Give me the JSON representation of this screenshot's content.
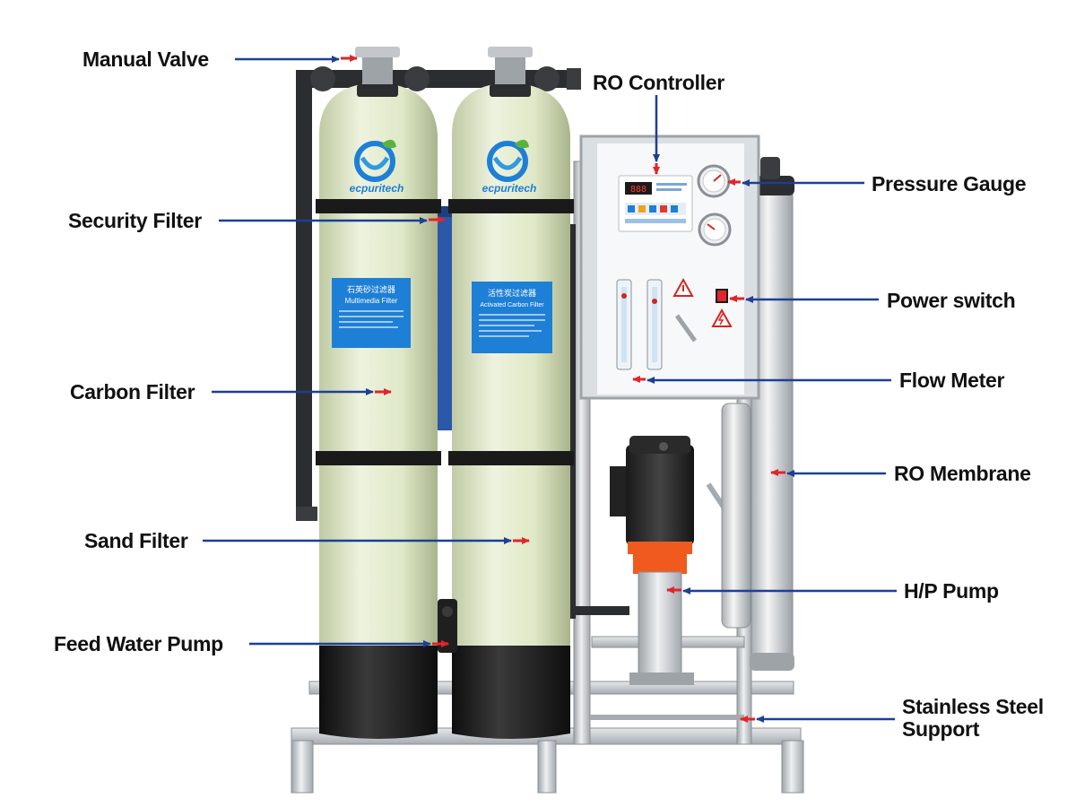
{
  "labels": {
    "manual_valve": "Manual Valve",
    "security_filter": "Security Filter",
    "carbon_filter": "Carbon Filter",
    "sand_filter": "Sand Filter",
    "feed_water_pump": "Feed Water Pump",
    "ro_controller": "RO Controller",
    "pressure_gauge": "Pressure Gauge",
    "power_switch": "Power switch",
    "flow_meter": "Flow Meter",
    "ro_membrane": "RO Membrane",
    "hp_pump": "H/P Pump",
    "stainless_support": "Stainless Steel Support"
  },
  "tanks": {
    "left": {
      "brand": "ecpuritech",
      "label_cn": "石英砂过滤器",
      "label_en": "Multimedia Filter"
    },
    "right": {
      "brand": "ecpuritech",
      "label_cn": "活性炭过滤器",
      "label_en": "Activated Carbon Filter"
    }
  },
  "controller": {
    "display": "888"
  },
  "colors": {
    "arrow": "#1d3f94",
    "tank": "#dfe8c7",
    "tank_base": "#1d1d1d",
    "label_blue": "#1e7fd6",
    "steel": "#c9ccd0",
    "pump_orange": "#f05a1e"
  }
}
